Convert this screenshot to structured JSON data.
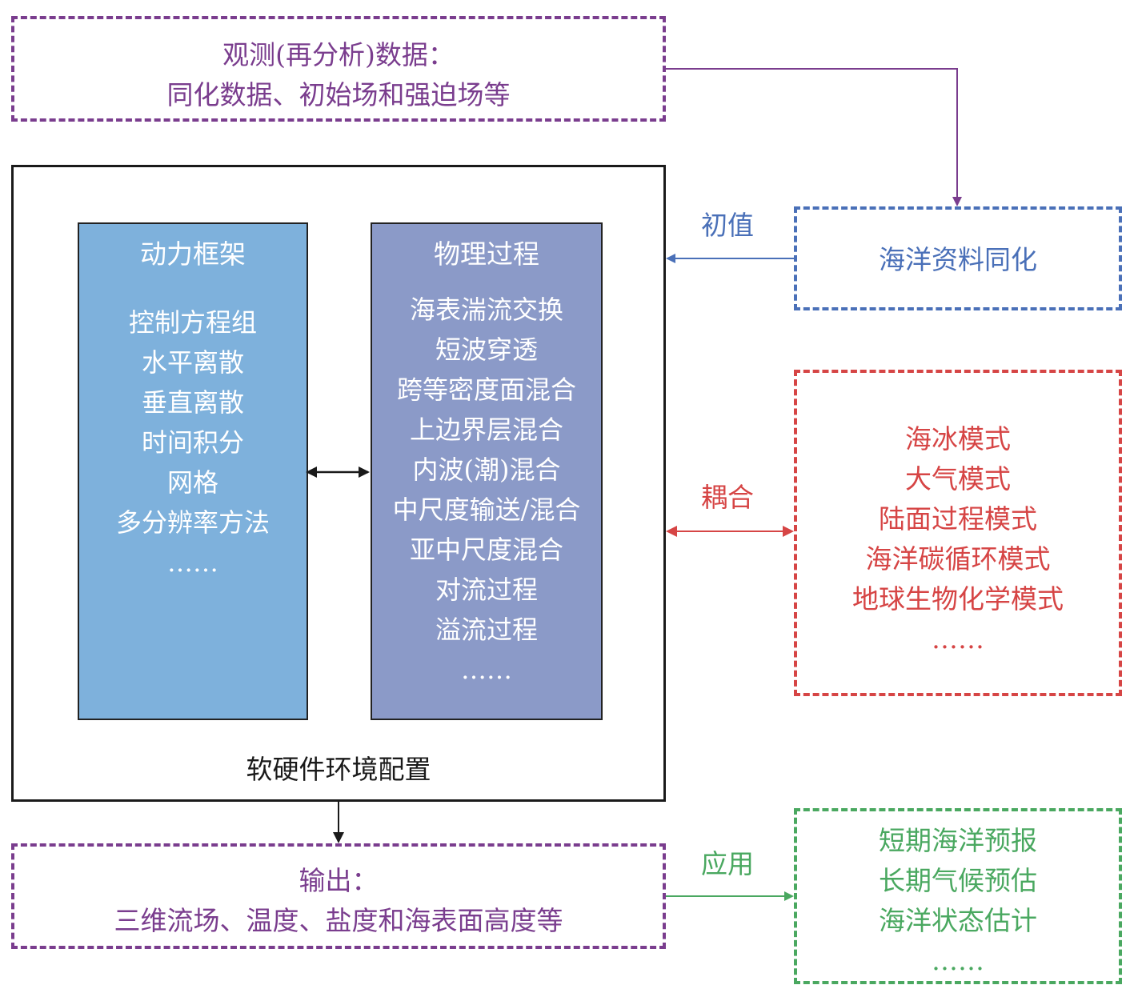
{
  "colors": {
    "purple": "#7a3d8e",
    "blue": "#4a70b8",
    "red": "#d64545",
    "green": "#4aa860",
    "dynamics_fill": "#7eb1dc",
    "physics_fill": "#8b9ac8",
    "black": "#1a1a1a"
  },
  "observation": {
    "line1": "观测(再分析)数据：",
    "line2": "同化数据、初始场和强迫场等"
  },
  "model": {
    "dynamics": {
      "title": "动力框架",
      "items": [
        "控制方程组",
        "水平离散",
        "垂直离散",
        "时间积分",
        "网格",
        "多分辨率方法",
        "……"
      ]
    },
    "physics": {
      "title": "物理过程",
      "items": [
        "海表湍流交换",
        "短波穿透",
        "跨等密度面混合",
        "上边界层混合",
        "内波(潮)混合",
        "中尺度输送/混合",
        "亚中尺度混合",
        "对流过程",
        "溢流过程",
        "……"
      ]
    },
    "footer": "软硬件环境配置"
  },
  "assimilation": {
    "label": "海洋资料同化"
  },
  "coupling": {
    "items": [
      "海冰模式",
      "大气模式",
      "陆面过程模式",
      "海洋碳循环模式",
      "地球生物化学模式",
      "……"
    ]
  },
  "output": {
    "line1": "输出：",
    "line2": "三维流场、温度、盐度和海表面高度等"
  },
  "application": {
    "items": [
      "短期海洋预报",
      "长期气候预估",
      "海洋状态估计",
      "……"
    ]
  },
  "edges": {
    "initial_value": "初值",
    "coupling": "耦合",
    "application": "应用"
  }
}
